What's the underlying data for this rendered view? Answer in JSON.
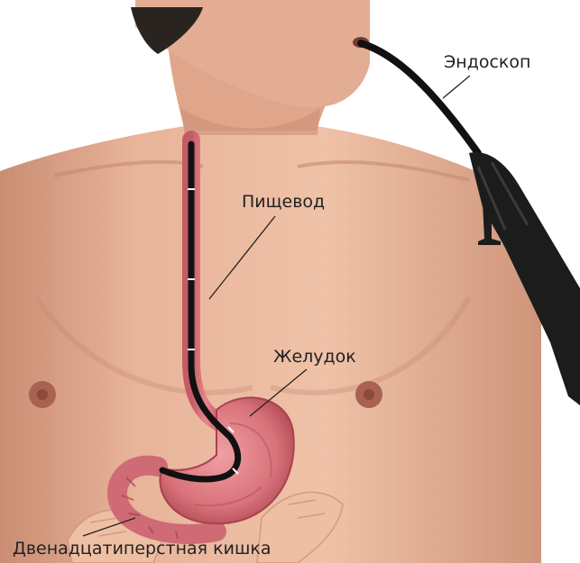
{
  "labels": {
    "endoscope": "Эндоскоп",
    "esophagus": "Пищевод",
    "stomach": "Желудок",
    "duodenum": "Двенадцатиперстная кишка"
  },
  "colors": {
    "background": "#ffffff",
    "skin": "#e8b49a",
    "skin_shadow": "#c98d73",
    "hair": "#2a2420",
    "organ": "#d9727a",
    "organ_dark": "#b14c56",
    "scope": "#111111",
    "leader_line": "#222222"
  }
}
